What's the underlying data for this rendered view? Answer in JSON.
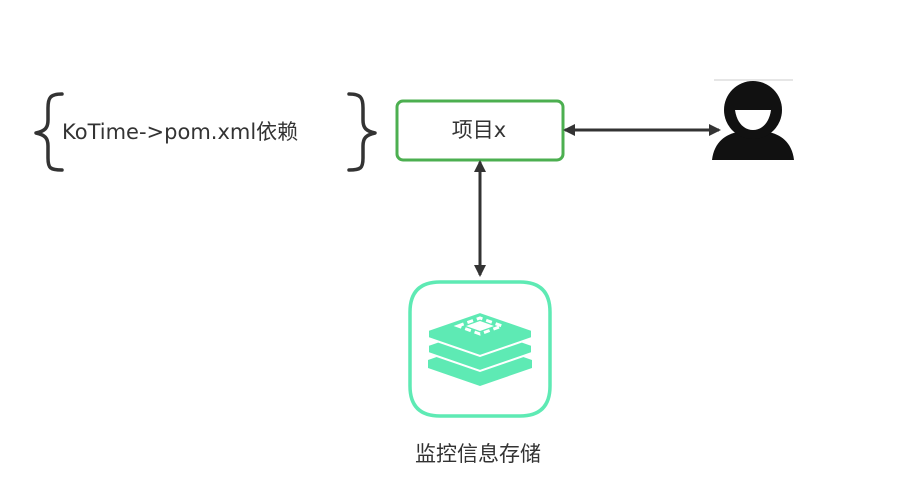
{
  "dependency": {
    "label": "KoTime->pom.xml依赖"
  },
  "project": {
    "label": "项目x"
  },
  "storage": {
    "label": "监控信息存储"
  },
  "colors": {
    "box_border": "#4caf50",
    "storage_accent": "#5eeab4",
    "arrow": "#333333",
    "text": "#333333"
  },
  "icons": {
    "user": "user-icon",
    "storage": "database-icon",
    "brace": "curly-brace-icon"
  }
}
